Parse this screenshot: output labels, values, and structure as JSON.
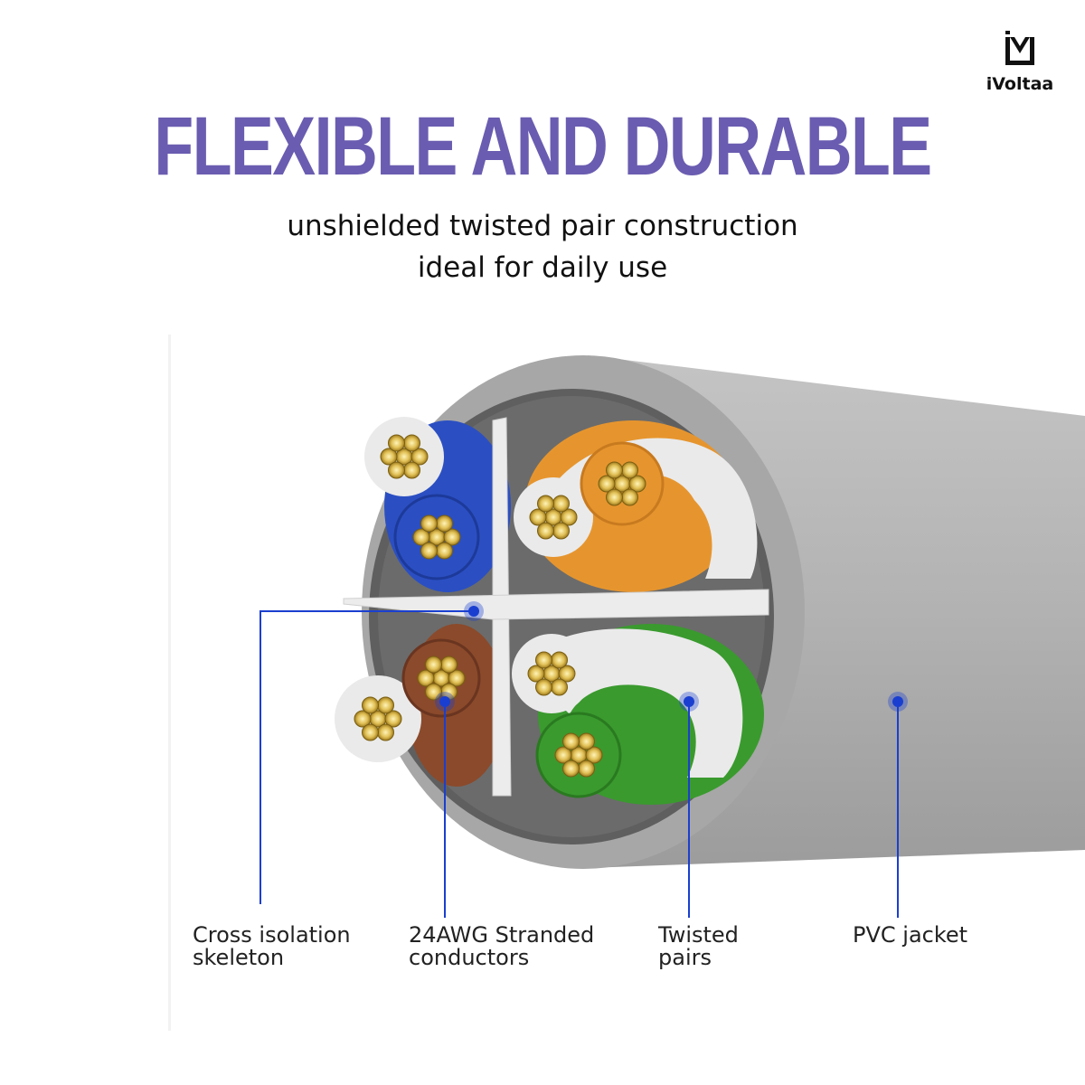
{
  "brand": {
    "name": "iVoltaa"
  },
  "header": {
    "title": "FLEXIBLE AND DURABLE",
    "subtitle_line1": "unshielded twisted pair construction",
    "subtitle_line2": "ideal for daily use"
  },
  "callouts": [
    {
      "label": "Cross isolation\nskeleton"
    },
    {
      "label": "24AWG Stranded\nconductors"
    },
    {
      "label": "Twisted\npairs"
    },
    {
      "label": "PVC jacket"
    }
  ],
  "colors": {
    "title": "#6a5cb0",
    "callout_line": "#1a3fd0",
    "jacket": "#a9a9a9",
    "pair_blue": "#2b4fc2",
    "pair_orange": "#e6952e",
    "pair_green": "#3a9a2e",
    "pair_brown": "#8b4a2b",
    "conductor": "#d9b74a"
  }
}
